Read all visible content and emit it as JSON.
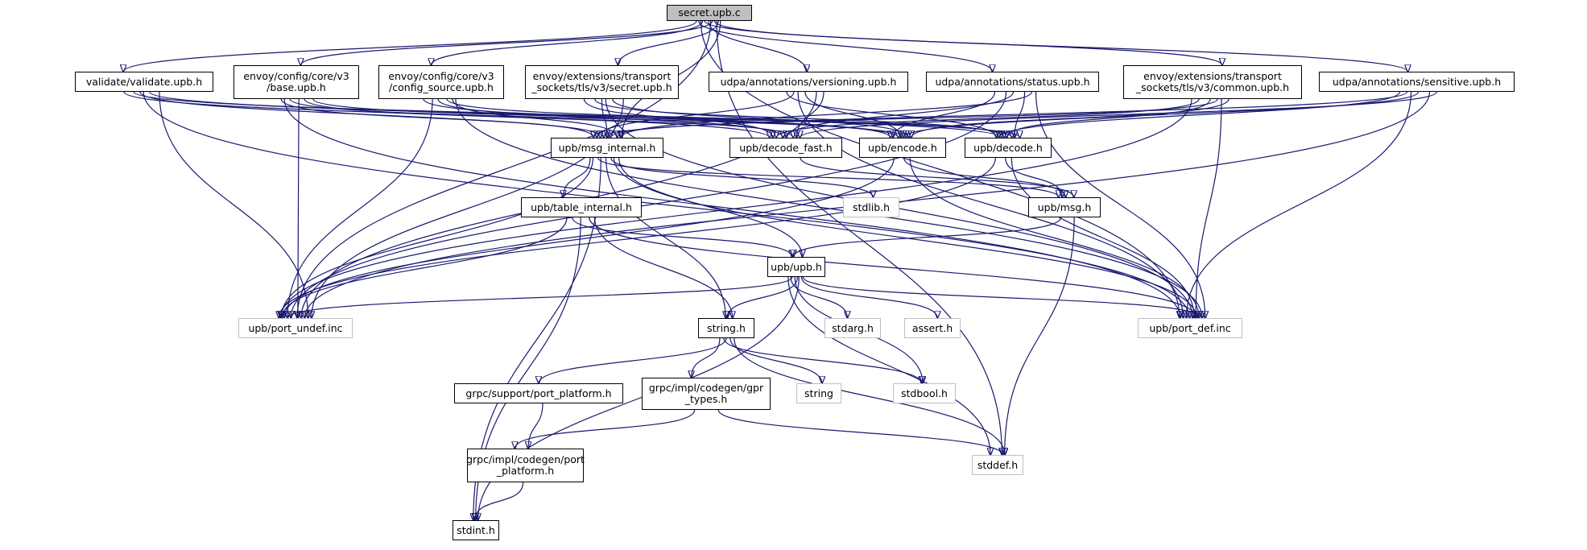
{
  "graph": {
    "title": "secret.upb.c include dependency graph",
    "colors": {
      "edge": "#191970",
      "root_fill": "#bfbfbf",
      "node_border": "#000000",
      "external_border": "#bfbfbf"
    },
    "nodes": [
      {
        "id": "root",
        "label": "secret.upb.c",
        "kind": "root"
      },
      {
        "id": "validate",
        "label": "validate/validate.upb.h",
        "kind": "local"
      },
      {
        "id": "base",
        "label": "envoy/config/core/v3\n/base.upb.h",
        "kind": "local"
      },
      {
        "id": "config_source",
        "label": "envoy/config/core/v3\n/config_source.upb.h",
        "kind": "local"
      },
      {
        "id": "secret_h",
        "label": "envoy/extensions/transport\n_sockets/tls/v3/secret.upb.h",
        "kind": "local"
      },
      {
        "id": "versioning",
        "label": "udpa/annotations/versioning.upb.h",
        "kind": "local"
      },
      {
        "id": "status",
        "label": "udpa/annotations/status.upb.h",
        "kind": "local"
      },
      {
        "id": "common",
        "label": "envoy/extensions/transport\n_sockets/tls/v3/common.upb.h",
        "kind": "local"
      },
      {
        "id": "sensitive",
        "label": "udpa/annotations/sensitive.upb.h",
        "kind": "local"
      },
      {
        "id": "msg_internal",
        "label": "upb/msg_internal.h",
        "kind": "local"
      },
      {
        "id": "decode_fast",
        "label": "upb/decode_fast.h",
        "kind": "local"
      },
      {
        "id": "encode",
        "label": "upb/encode.h",
        "kind": "local"
      },
      {
        "id": "decode",
        "label": "upb/decode.h",
        "kind": "local"
      },
      {
        "id": "table_internal",
        "label": "upb/table_internal.h",
        "kind": "local"
      },
      {
        "id": "stdlib",
        "label": "stdlib.h",
        "kind": "external"
      },
      {
        "id": "msg",
        "label": "upb/msg.h",
        "kind": "local"
      },
      {
        "id": "upb",
        "label": "upb/upb.h",
        "kind": "local"
      },
      {
        "id": "port_undef",
        "label": "upb/port_undef.inc",
        "kind": "external"
      },
      {
        "id": "port_def",
        "label": "upb/port_def.inc",
        "kind": "external"
      },
      {
        "id": "string_h",
        "label": "string.h",
        "kind": "local"
      },
      {
        "id": "stdarg",
        "label": "stdarg.h",
        "kind": "external"
      },
      {
        "id": "assert",
        "label": "assert.h",
        "kind": "external"
      },
      {
        "id": "grpc_port_platform",
        "label": "grpc/support/port_platform.h",
        "kind": "local"
      },
      {
        "id": "gpr_types",
        "label": "grpc/impl/codegen/gpr\n_types.h",
        "kind": "local"
      },
      {
        "id": "string",
        "label": "string",
        "kind": "external"
      },
      {
        "id": "stdbool",
        "label": "stdbool.h",
        "kind": "external"
      },
      {
        "id": "codegen_port_platform",
        "label": "grpc/impl/codegen/port\n_platform.h",
        "kind": "local"
      },
      {
        "id": "stddef",
        "label": "stddef.h",
        "kind": "external"
      },
      {
        "id": "stdint",
        "label": "stdint.h",
        "kind": "local"
      }
    ],
    "edges": [
      [
        "root",
        "validate"
      ],
      [
        "root",
        "base"
      ],
      [
        "root",
        "config_source"
      ],
      [
        "root",
        "secret_h"
      ],
      [
        "root",
        "versioning"
      ],
      [
        "root",
        "status"
      ],
      [
        "root",
        "common"
      ],
      [
        "root",
        "sensitive"
      ],
      [
        "root",
        "msg_internal"
      ],
      [
        "root",
        "port_undef"
      ],
      [
        "root",
        "port_def"
      ],
      [
        "root",
        "stddef"
      ],
      [
        "validate",
        "msg_internal"
      ],
      [
        "validate",
        "decode_fast"
      ],
      [
        "validate",
        "encode"
      ],
      [
        "validate",
        "decode"
      ],
      [
        "validate",
        "port_undef"
      ],
      [
        "validate",
        "port_def"
      ],
      [
        "base",
        "msg_internal"
      ],
      [
        "base",
        "decode_fast"
      ],
      [
        "base",
        "encode"
      ],
      [
        "base",
        "decode"
      ],
      [
        "base",
        "port_undef"
      ],
      [
        "base",
        "port_def"
      ],
      [
        "config_source",
        "msg_internal"
      ],
      [
        "config_source",
        "decode_fast"
      ],
      [
        "config_source",
        "encode"
      ],
      [
        "config_source",
        "decode"
      ],
      [
        "config_source",
        "port_undef"
      ],
      [
        "config_source",
        "port_def"
      ],
      [
        "secret_h",
        "msg_internal"
      ],
      [
        "secret_h",
        "decode_fast"
      ],
      [
        "secret_h",
        "encode"
      ],
      [
        "secret_h",
        "decode"
      ],
      [
        "secret_h",
        "port_undef"
      ],
      [
        "secret_h",
        "port_def"
      ],
      [
        "versioning",
        "msg_internal"
      ],
      [
        "versioning",
        "decode_fast"
      ],
      [
        "versioning",
        "encode"
      ],
      [
        "versioning",
        "decode"
      ],
      [
        "versioning",
        "port_undef"
      ],
      [
        "versioning",
        "port_def"
      ],
      [
        "status",
        "msg_internal"
      ],
      [
        "status",
        "decode_fast"
      ],
      [
        "status",
        "encode"
      ],
      [
        "status",
        "decode"
      ],
      [
        "status",
        "port_undef"
      ],
      [
        "status",
        "port_def"
      ],
      [
        "common",
        "msg_internal"
      ],
      [
        "common",
        "decode_fast"
      ],
      [
        "common",
        "encode"
      ],
      [
        "common",
        "decode"
      ],
      [
        "common",
        "port_undef"
      ],
      [
        "common",
        "port_def"
      ],
      [
        "sensitive",
        "msg_internal"
      ],
      [
        "sensitive",
        "decode_fast"
      ],
      [
        "sensitive",
        "encode"
      ],
      [
        "sensitive",
        "decode"
      ],
      [
        "sensitive",
        "port_undef"
      ],
      [
        "sensitive",
        "port_def"
      ],
      [
        "msg_internal",
        "table_internal"
      ],
      [
        "msg_internal",
        "stdlib"
      ],
      [
        "msg_internal",
        "msg"
      ],
      [
        "msg_internal",
        "upb"
      ],
      [
        "msg_internal",
        "string_h"
      ],
      [
        "msg_internal",
        "port_undef"
      ],
      [
        "msg_internal",
        "port_def"
      ],
      [
        "msg_internal",
        "stdint"
      ],
      [
        "decode_fast",
        "msg"
      ],
      [
        "encode",
        "msg"
      ],
      [
        "encode",
        "port_undef"
      ],
      [
        "encode",
        "port_def"
      ],
      [
        "decode",
        "msg"
      ],
      [
        "decode",
        "port_undef"
      ],
      [
        "decode",
        "port_def"
      ],
      [
        "table_internal",
        "upb"
      ],
      [
        "table_internal",
        "string_h"
      ],
      [
        "table_internal",
        "stdint"
      ],
      [
        "table_internal",
        "port_undef"
      ],
      [
        "table_internal",
        "port_def"
      ],
      [
        "msg",
        "upb"
      ],
      [
        "msg",
        "stddef"
      ],
      [
        "upb",
        "string_h"
      ],
      [
        "upb",
        "stdarg"
      ],
      [
        "upb",
        "assert"
      ],
      [
        "upb",
        "stdbool"
      ],
      [
        "upb",
        "stddef"
      ],
      [
        "upb",
        "stdint"
      ],
      [
        "upb",
        "port_undef"
      ],
      [
        "upb",
        "port_def"
      ],
      [
        "string_h",
        "grpc_port_platform"
      ],
      [
        "string_h",
        "gpr_types"
      ],
      [
        "string_h",
        "string"
      ],
      [
        "string_h",
        "stdbool"
      ],
      [
        "string_h",
        "stddef"
      ],
      [
        "grpc_port_platform",
        "codegen_port_platform"
      ],
      [
        "gpr_types",
        "codegen_port_platform"
      ],
      [
        "gpr_types",
        "stddef"
      ],
      [
        "codegen_port_platform",
        "stdint"
      ]
    ]
  }
}
